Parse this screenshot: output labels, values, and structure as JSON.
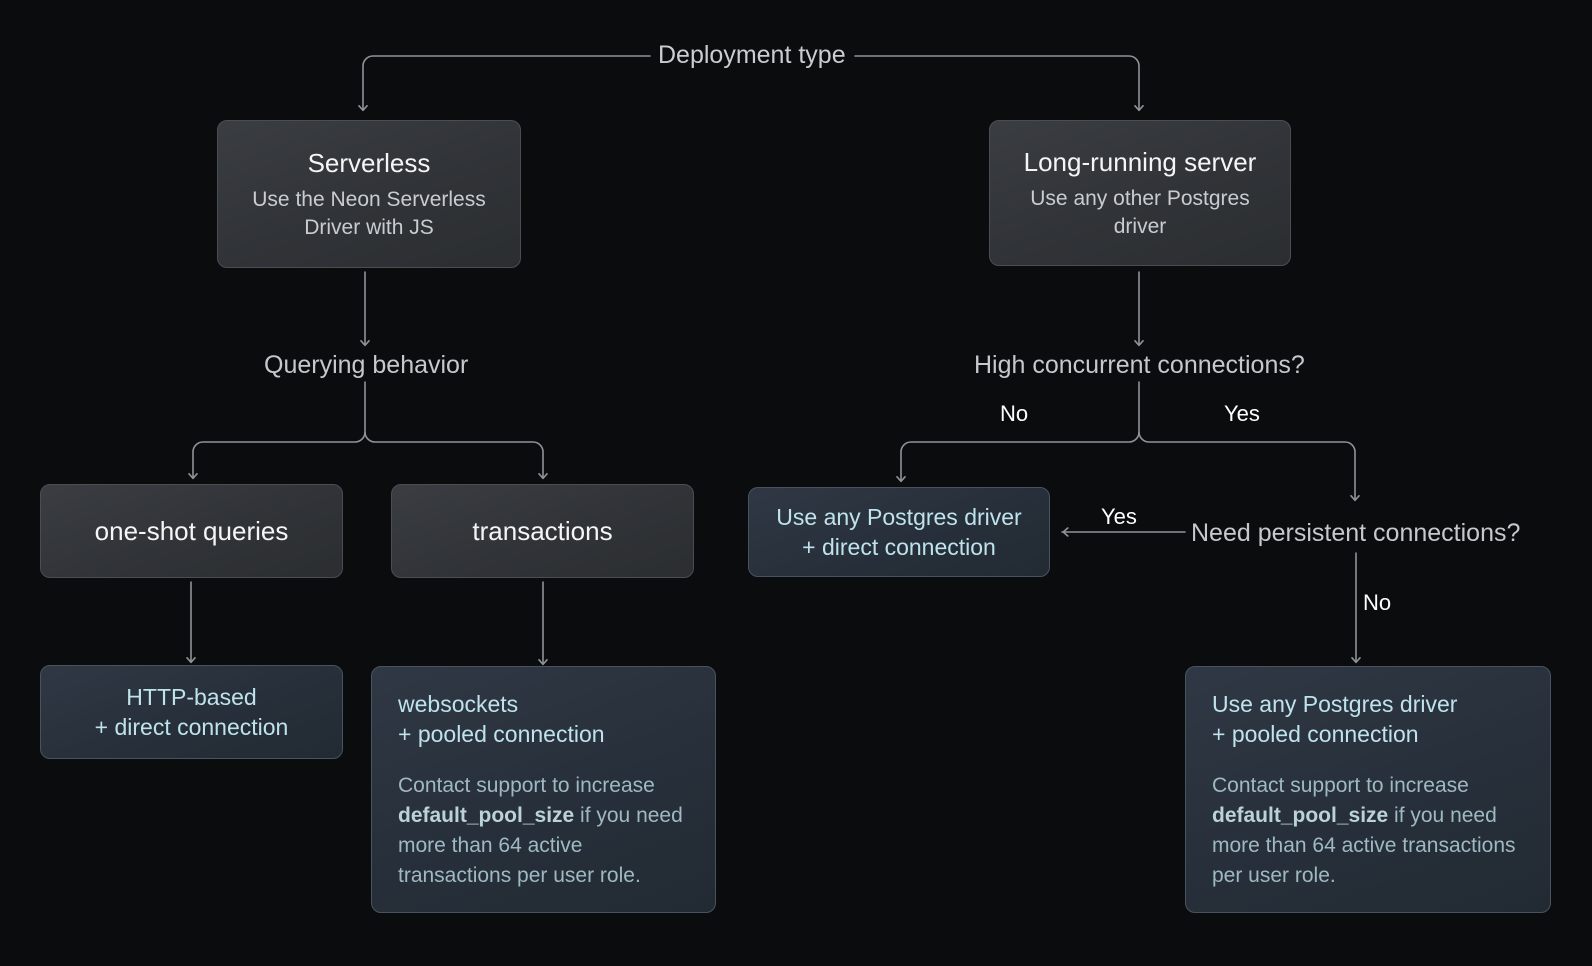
{
  "diagram": {
    "title": "Deployment type",
    "nodes": {
      "serverless": {
        "title": "Serverless",
        "subtitle": "Use the Neon Serverless Driver with JS"
      },
      "long_running": {
        "title": "Long-running server",
        "subtitle": "Use any other Postgres driver"
      },
      "querying_behavior": {
        "label": "Querying behavior"
      },
      "high_concurrent": {
        "label": "High concurrent connections?"
      },
      "need_persistent": {
        "label": "Need persistent connections?"
      },
      "one_shot": {
        "title": "one-shot queries"
      },
      "transactions": {
        "title": "transactions"
      },
      "http_based": {
        "title": "HTTP-based\n+ direct connection"
      },
      "websockets": {
        "title": "websockets\n+ pooled connection",
        "note_before": "Contact support to increase ",
        "note_code": "default_pool_size",
        "note_after": " if you need more than 64 active transactions per user role."
      },
      "driver_direct": {
        "title": "Use any Postgres driver\n+ direct connection"
      },
      "driver_pooled": {
        "title": "Use any Postgres driver\n+ pooled connection",
        "note_before": "Contact support to increase ",
        "note_code": "default_pool_size",
        "note_after": " if you need more than 64 active transactions per user role."
      }
    },
    "edge_labels": {
      "concurrent_no": "No",
      "concurrent_yes": "Yes",
      "persistent_yes": "Yes",
      "persistent_no": "No"
    },
    "colors": {
      "background": "#0b0c0d",
      "connector": "#8f9499",
      "card_grey": "#303337",
      "card_blue": "#272f3a",
      "accent_text": "#bfe3ec",
      "muted_text": "#9fb9c2"
    }
  }
}
